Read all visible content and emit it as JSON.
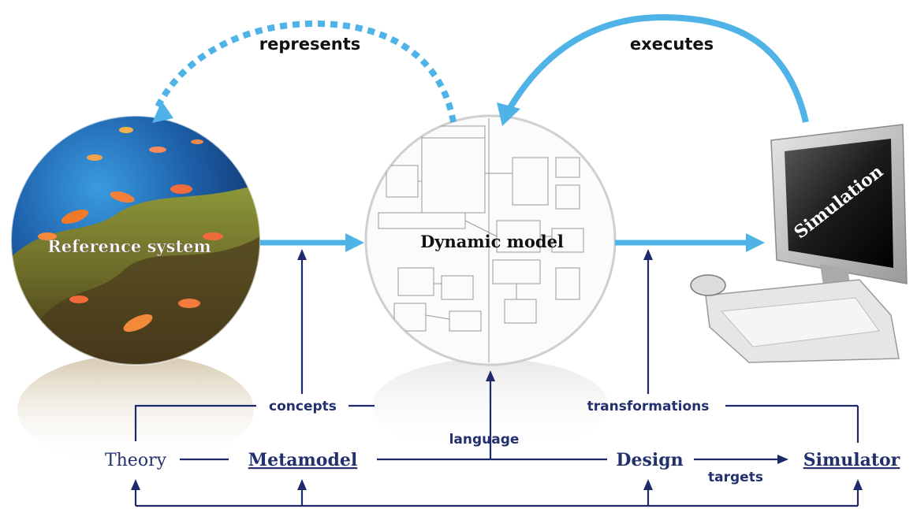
{
  "top_labels": {
    "represents": "represents",
    "executes": "executes"
  },
  "circles": {
    "reference": "Reference system",
    "model": "Dynamic model",
    "screen": "Simulation"
  },
  "bottom": {
    "theory": "Theory",
    "metamodel": "Metamodel",
    "design": "Design",
    "simulator": "Simulator",
    "concepts": "concepts",
    "language": "language",
    "transformations": "transformations",
    "targets": "targets"
  },
  "colors": {
    "light_arrow": "#4fb3e8",
    "dark_arrow": "#1f2a6b",
    "label_dark": "#23306e"
  }
}
